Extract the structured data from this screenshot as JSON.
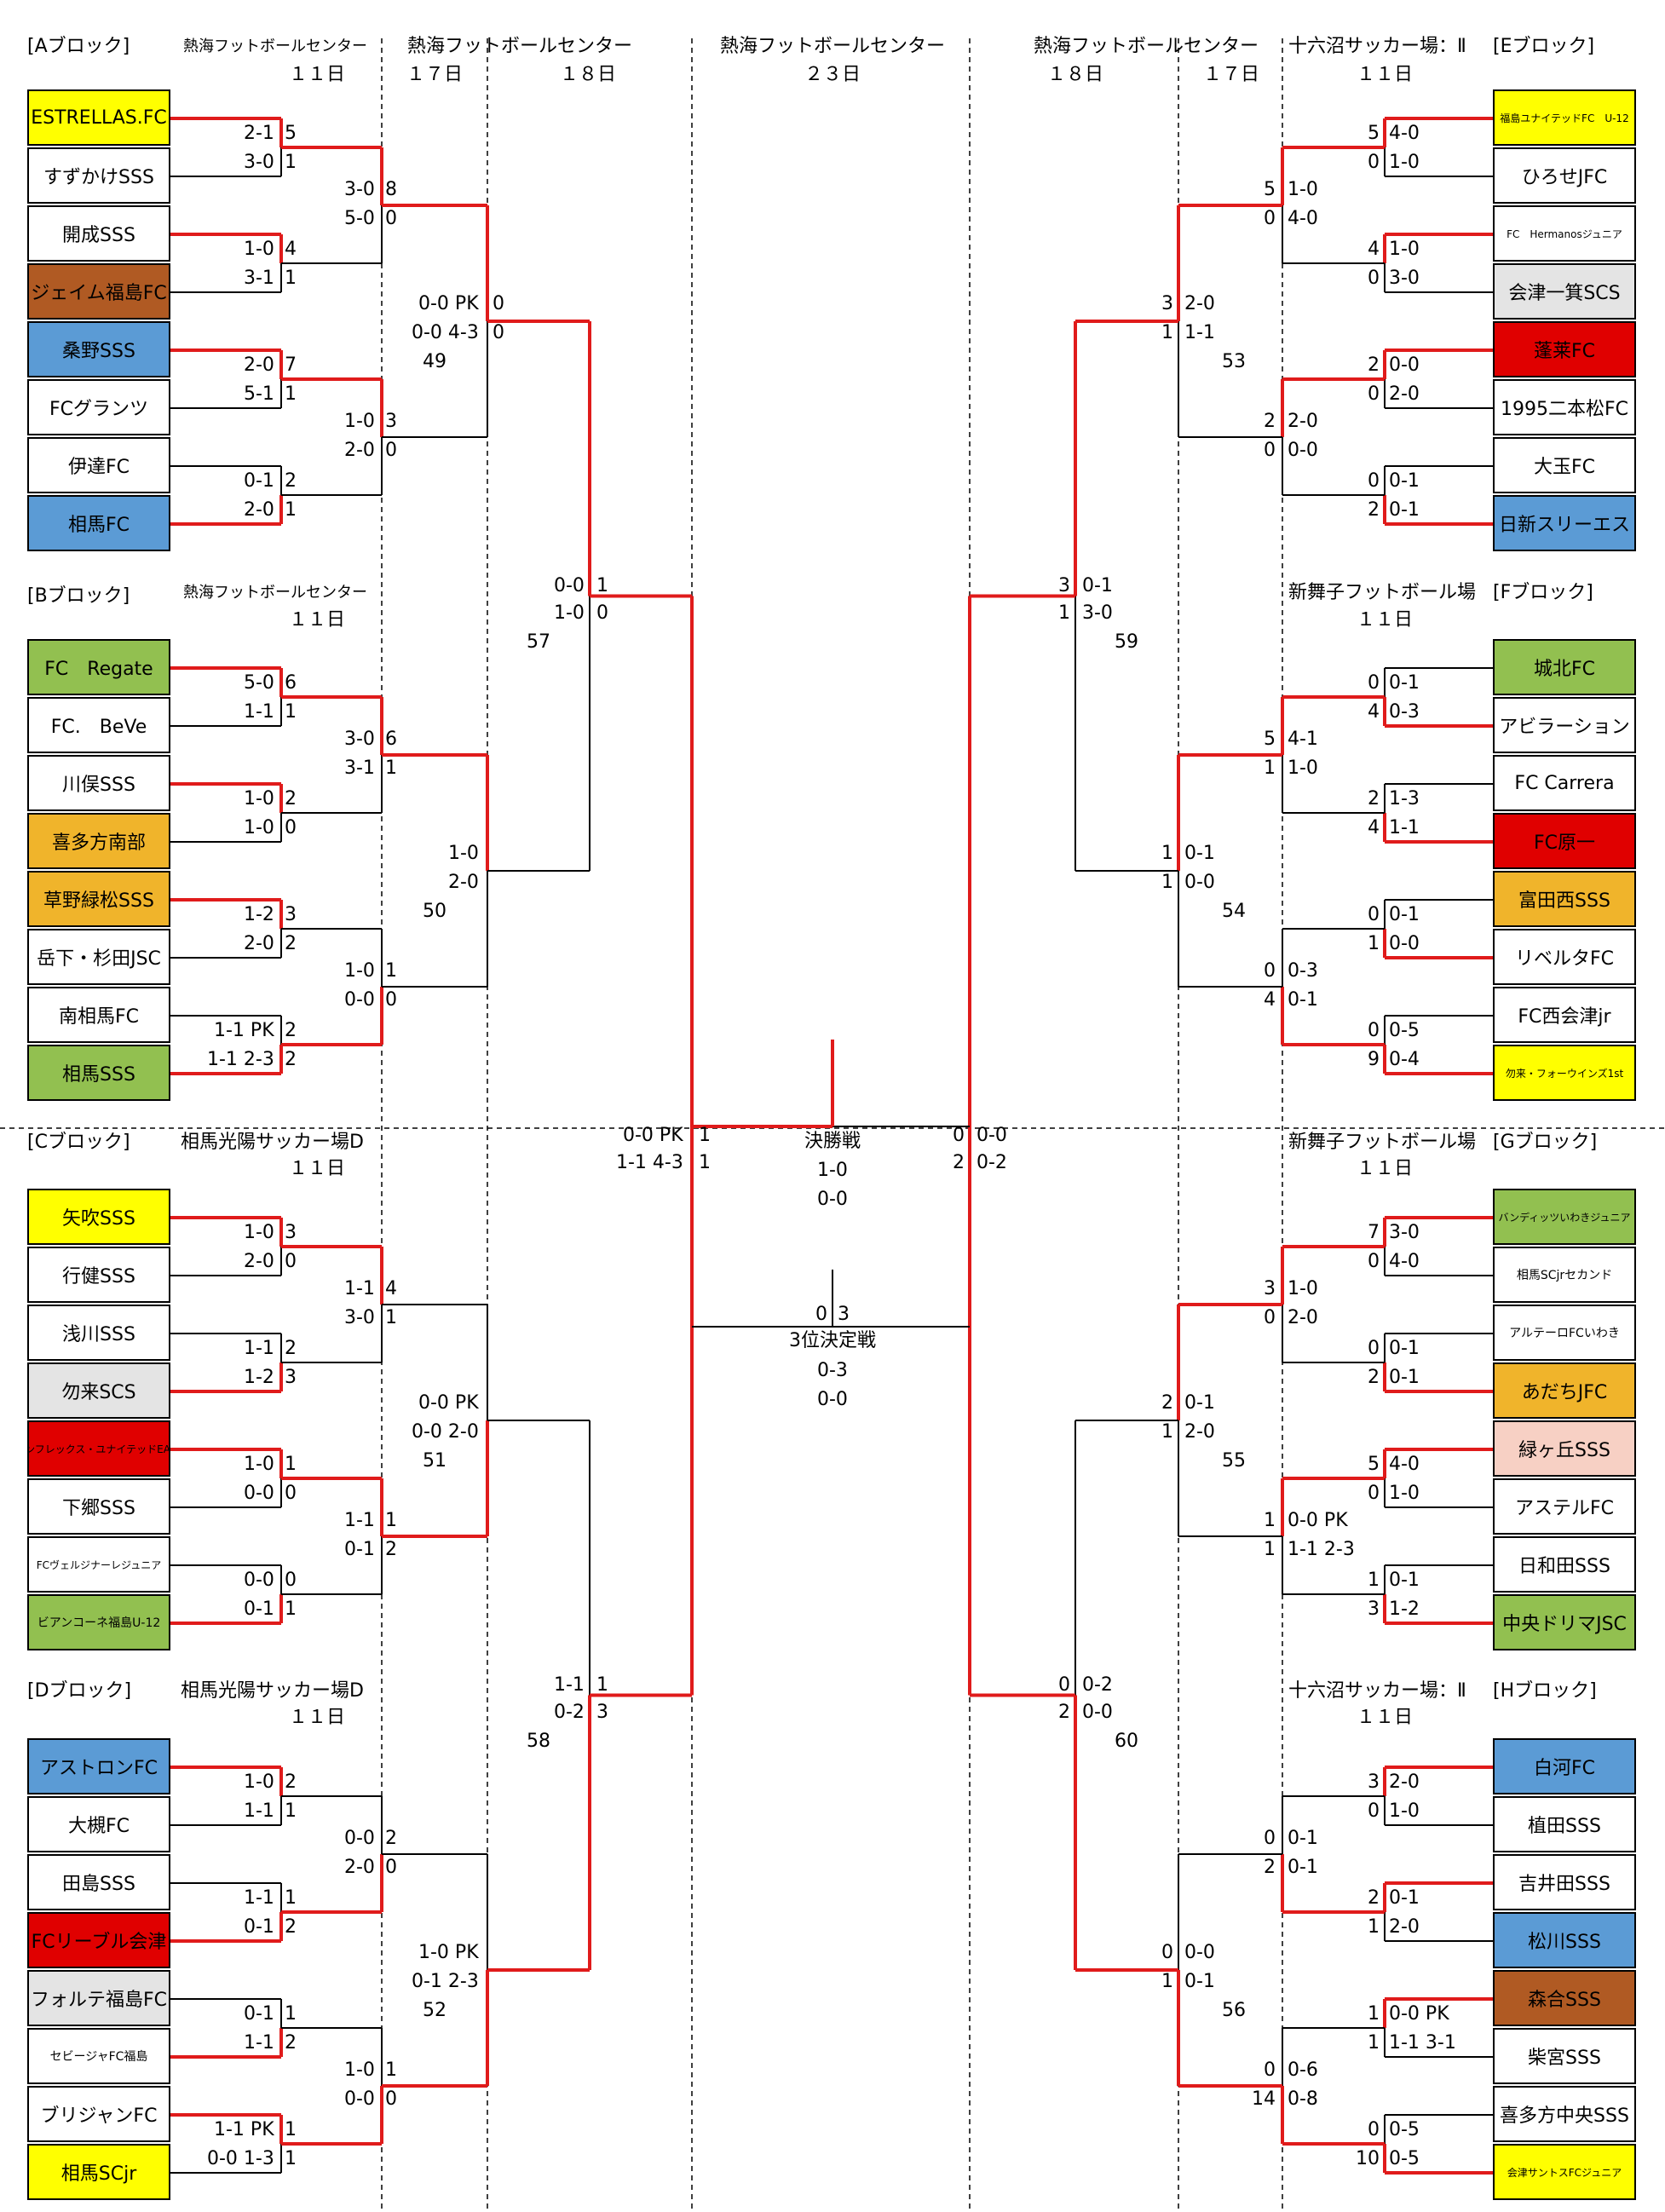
{
  "venues": {
    "v1": "熱海フットボールセンター",
    "v2": "十六沼サッカー場：Ⅱ",
    "v3": "新舞子フットボール場",
    "v4": "相馬光陽サッカー場D"
  },
  "days": {
    "d11": "１１日",
    "d17": "１７日",
    "d18": "１８日",
    "d23": "２３日"
  },
  "blocks": {
    "A": "[Aブロック]",
    "B": "[Bブロック]",
    "C": "[Cブロック]",
    "D": "[Dブロック]",
    "E": "[Eブロック]",
    "F": "[Fブロック]",
    "G": "[Gブロック]",
    "H": "[Hブロック]"
  },
  "teams": {
    "L": [
      "ESTRELLAS.FC",
      "すずかけSSS",
      "開成SSS",
      "ジェイム福島FC",
      "桑野SSS",
      "FCグランツ",
      "伊達FC",
      "相馬FC",
      "FC　Regate",
      "FC.　BeVe",
      "川俣SSS",
      "喜多方南部",
      "草野緑松SSS",
      "岳下・杉田JSC",
      "南相馬FC",
      "相馬SSS",
      "矢吹SSS",
      "行健SSS",
      "浅川SSS",
      "勿来SCS",
      "サンフレックス・ユナイテッドEAST",
      "下郷SSS",
      "FCヴェルジナーレジュニア",
      "ビアンコーネ福島U-12",
      "アストロンFC",
      "大槻FC",
      "田島SSS",
      "FCリーブル会津",
      "フォルテ福島FC",
      "セビージャFC福島",
      "ブリジャンFC",
      "相馬SCjr"
    ],
    "R": [
      "福島ユナイテッドFC　U-12",
      "ひろせJFC",
      "FC　Hermanosジュニア",
      "会津一箕SCS",
      "蓬莱FC",
      "1995二本松FC",
      "大玉FC",
      "日新スリーエス",
      "城北FC",
      "アビラーション",
      "FC Carrera",
      "FC原一",
      "富田西SSS",
      "リベルタFC",
      "FC西会津jr",
      "勿来・フォーウインズ1st",
      "バンディッツいわきジュニア",
      "相馬SCjrセカンド",
      "アルテーロFCいわき",
      "あだちJFC",
      "緑ヶ丘SSS",
      "アステルFC",
      "日和田SSS",
      "中央ドリマJSC",
      "白河FC",
      "植田SSS",
      "吉井田SSS",
      "松川SSS",
      "森合SSS",
      "柴宮SSS",
      "喜多方中央SSS",
      "会津サントスFCジュニア"
    ]
  },
  "colors": {
    "yellow": "#ffff00",
    "blue": "#5b9bd5",
    "brown": "#b05a23",
    "green": "#92c050",
    "orange": "#f0b42b",
    "red": "#e00000",
    "lgray": "#e4e4e4",
    "pink": "#f7d0c4",
    "line": "#e01b1b"
  },
  "scores": {
    "L1": [
      [
        "2-1",
        "5"
      ],
      [
        "3-0",
        "1"
      ],
      [
        "1-0",
        "4"
      ],
      [
        "3-1",
        "1"
      ],
      [
        "2-0",
        "7"
      ],
      [
        "5-1",
        "1"
      ],
      [
        "0-1",
        "2"
      ],
      [
        "2-0",
        "1"
      ],
      [
        "5-0",
        "6"
      ],
      [
        "1-1",
        "1"
      ],
      [
        "1-0",
        "2"
      ],
      [
        "1-0",
        "0"
      ],
      [
        "1-2",
        "3"
      ],
      [
        "2-0",
        "2"
      ],
      [
        "1-1 PK",
        "2"
      ],
      [
        "1-1 2-3",
        "2"
      ],
      [
        "1-0",
        "3"
      ],
      [
        "2-0",
        "0"
      ],
      [
        "1-1",
        "2"
      ],
      [
        "1-2",
        "3"
      ],
      [
        "1-0",
        "1"
      ],
      [
        "0-0",
        "0"
      ],
      [
        "0-0",
        "0"
      ],
      [
        "0-1",
        "1"
      ],
      [
        "1-0",
        "2"
      ],
      [
        "1-1",
        "1"
      ],
      [
        "1-1",
        "1"
      ],
      [
        "0-1",
        "2"
      ],
      [
        "0-1",
        "1"
      ],
      [
        "1-1",
        "2"
      ],
      [
        "1-1 PK",
        "1"
      ],
      [
        "0-0 1-3",
        "1"
      ]
    ],
    "L2": [
      [
        "3-0",
        "8"
      ],
      [
        "5-0",
        "0"
      ],
      [
        "1-0",
        "3"
      ],
      [
        "2-0",
        "0"
      ],
      [
        "3-0",
        "6"
      ],
      [
        "3-1",
        "1"
      ],
      [
        "1-0",
        "1"
      ],
      [
        "0-0",
        "0"
      ],
      [
        "1-1",
        "4"
      ],
      [
        "3-0",
        "1"
      ],
      [
        "1-1",
        "1"
      ],
      [
        "0-1",
        "2"
      ],
      [
        "0-0",
        "2"
      ],
      [
        "2-0",
        "0"
      ],
      [
        "1-0",
        "1"
      ],
      [
        "0-0",
        "0"
      ]
    ],
    "L3": [
      [
        "0-0 PK",
        "0"
      ],
      [
        "0-0 4-3",
        "0"
      ],
      [
        "1-0",
        ""
      ],
      [
        "2-0",
        ""
      ],
      [
        "0-0 PK",
        ""
      ],
      [
        "0-0 2-0",
        ""
      ],
      [
        "1-0 PK",
        ""
      ],
      [
        "0-1 2-3",
        ""
      ]
    ],
    "L3n": [
      "49",
      "50",
      "51",
      "52"
    ],
    "L4": [
      [
        "0-0",
        "1"
      ],
      [
        "1-0",
        "0"
      ],
      [
        "1-1",
        "1"
      ],
      [
        "0-2",
        "3"
      ]
    ],
    "L4n": [
      "57",
      "58"
    ],
    "LF": [
      [
        "0-0 PK",
        "1"
      ],
      [
        "1-1 4-3",
        "1"
      ]
    ],
    "R1": [
      [
        "5",
        "4-0"
      ],
      [
        "0",
        "1-0"
      ],
      [
        "4",
        "1-0"
      ],
      [
        "0",
        "3-0"
      ],
      [
        "2",
        "0-0"
      ],
      [
        "0",
        "2-0"
      ],
      [
        "0",
        "0-1"
      ],
      [
        "2",
        "0-1"
      ],
      [
        "0",
        "0-1"
      ],
      [
        "4",
        "0-3"
      ],
      [
        "2",
        "1-3"
      ],
      [
        "4",
        "1-1"
      ],
      [
        "0",
        "0-1"
      ],
      [
        "1",
        "0-0"
      ],
      [
        "0",
        "0-5"
      ],
      [
        "9",
        "0-4"
      ],
      [
        "7",
        "3-0"
      ],
      [
        "0",
        "4-0"
      ],
      [
        "0",
        "0-1"
      ],
      [
        "2",
        "0-1"
      ],
      [
        "5",
        "4-0"
      ],
      [
        "0",
        "1-0"
      ],
      [
        "1",
        "0-1"
      ],
      [
        "3",
        "1-2"
      ],
      [
        "3",
        "2-0"
      ],
      [
        "0",
        "1-0"
      ],
      [
        "2",
        "0-1"
      ],
      [
        "1",
        "2-0"
      ],
      [
        "1",
        "0-0 PK"
      ],
      [
        "1",
        "1-1 3-1"
      ],
      [
        "0",
        "0-5"
      ],
      [
        "10",
        "0-5"
      ]
    ],
    "R2": [
      [
        "5",
        "1-0"
      ],
      [
        "0",
        "4-0"
      ],
      [
        "2",
        "2-0"
      ],
      [
        "0",
        "0-0"
      ],
      [
        "5",
        "4-1"
      ],
      [
        "1",
        "1-0"
      ],
      [
        "0",
        "0-3"
      ],
      [
        "4",
        "0-1"
      ],
      [
        "3",
        "1-0"
      ],
      [
        "0",
        "2-0"
      ],
      [
        "1",
        "0-0 PK"
      ],
      [
        "1",
        "1-1 2-3"
      ],
      [
        "0",
        "0-1"
      ],
      [
        "2",
        "0-1"
      ],
      [
        "0",
        "0-6"
      ],
      [
        "14",
        "0-8"
      ]
    ],
    "R3": [
      [
        "3",
        "2-0"
      ],
      [
        "1",
        "1-1"
      ],
      [
        "1",
        "0-1"
      ],
      [
        "1",
        "0-0"
      ],
      [
        "2",
        "0-1"
      ],
      [
        "1",
        "2-0"
      ],
      [
        "0",
        "0-0"
      ],
      [
        "1",
        "0-1"
      ]
    ],
    "R3n": [
      "53",
      "54",
      "55",
      "56"
    ],
    "R4": [
      [
        "3",
        "0-1"
      ],
      [
        "1",
        "3-0"
      ],
      [
        "0",
        "0-2"
      ],
      [
        "2",
        "0-0"
      ]
    ],
    "R4n": [
      "59",
      "60"
    ],
    "RF": [
      [
        "0",
        "0-0"
      ],
      [
        "2",
        "0-2"
      ]
    ],
    "final": {
      "label": "決勝戦",
      "s1": "1-0",
      "s2": "0-0"
    },
    "third": {
      "label": "3位決定戦",
      "a": "0",
      "b": "3",
      "s1": "0-3",
      "s2": "0-0"
    }
  }
}
